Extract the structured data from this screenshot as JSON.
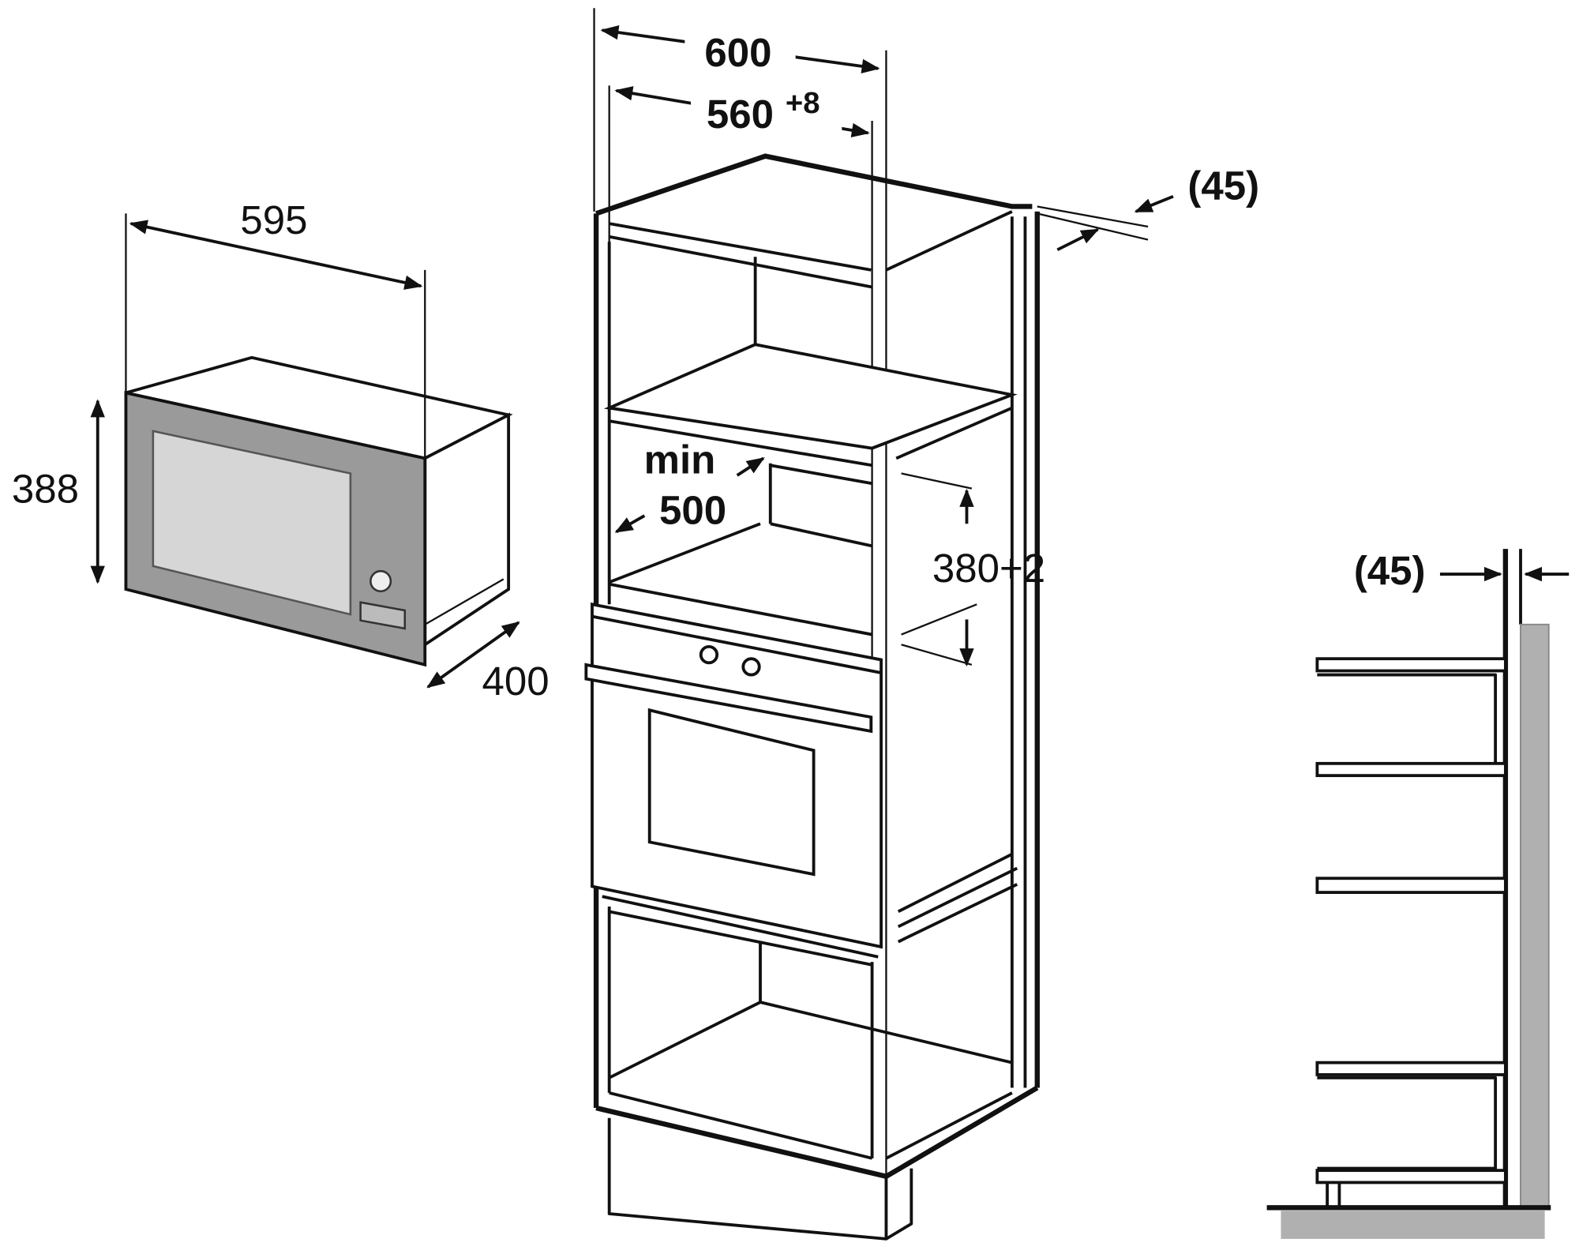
{
  "microwave": {
    "width_label": "595",
    "height_label": "388",
    "depth_label": "400"
  },
  "cabinet": {
    "outer_width_label": "600",
    "inner_width_label": "560",
    "inner_width_tolerance": "+8",
    "back_gap_label": "(45)",
    "min_label": "min",
    "min_depth_label": "500",
    "niche_height_label": "380+2"
  },
  "side_view": {
    "back_gap_label": "(45)"
  },
  "colors": {
    "line": "#111111",
    "microwave_front": "#9a9a9a",
    "microwave_window": "#d6d6d6",
    "wall": "#b0b0b0"
  }
}
